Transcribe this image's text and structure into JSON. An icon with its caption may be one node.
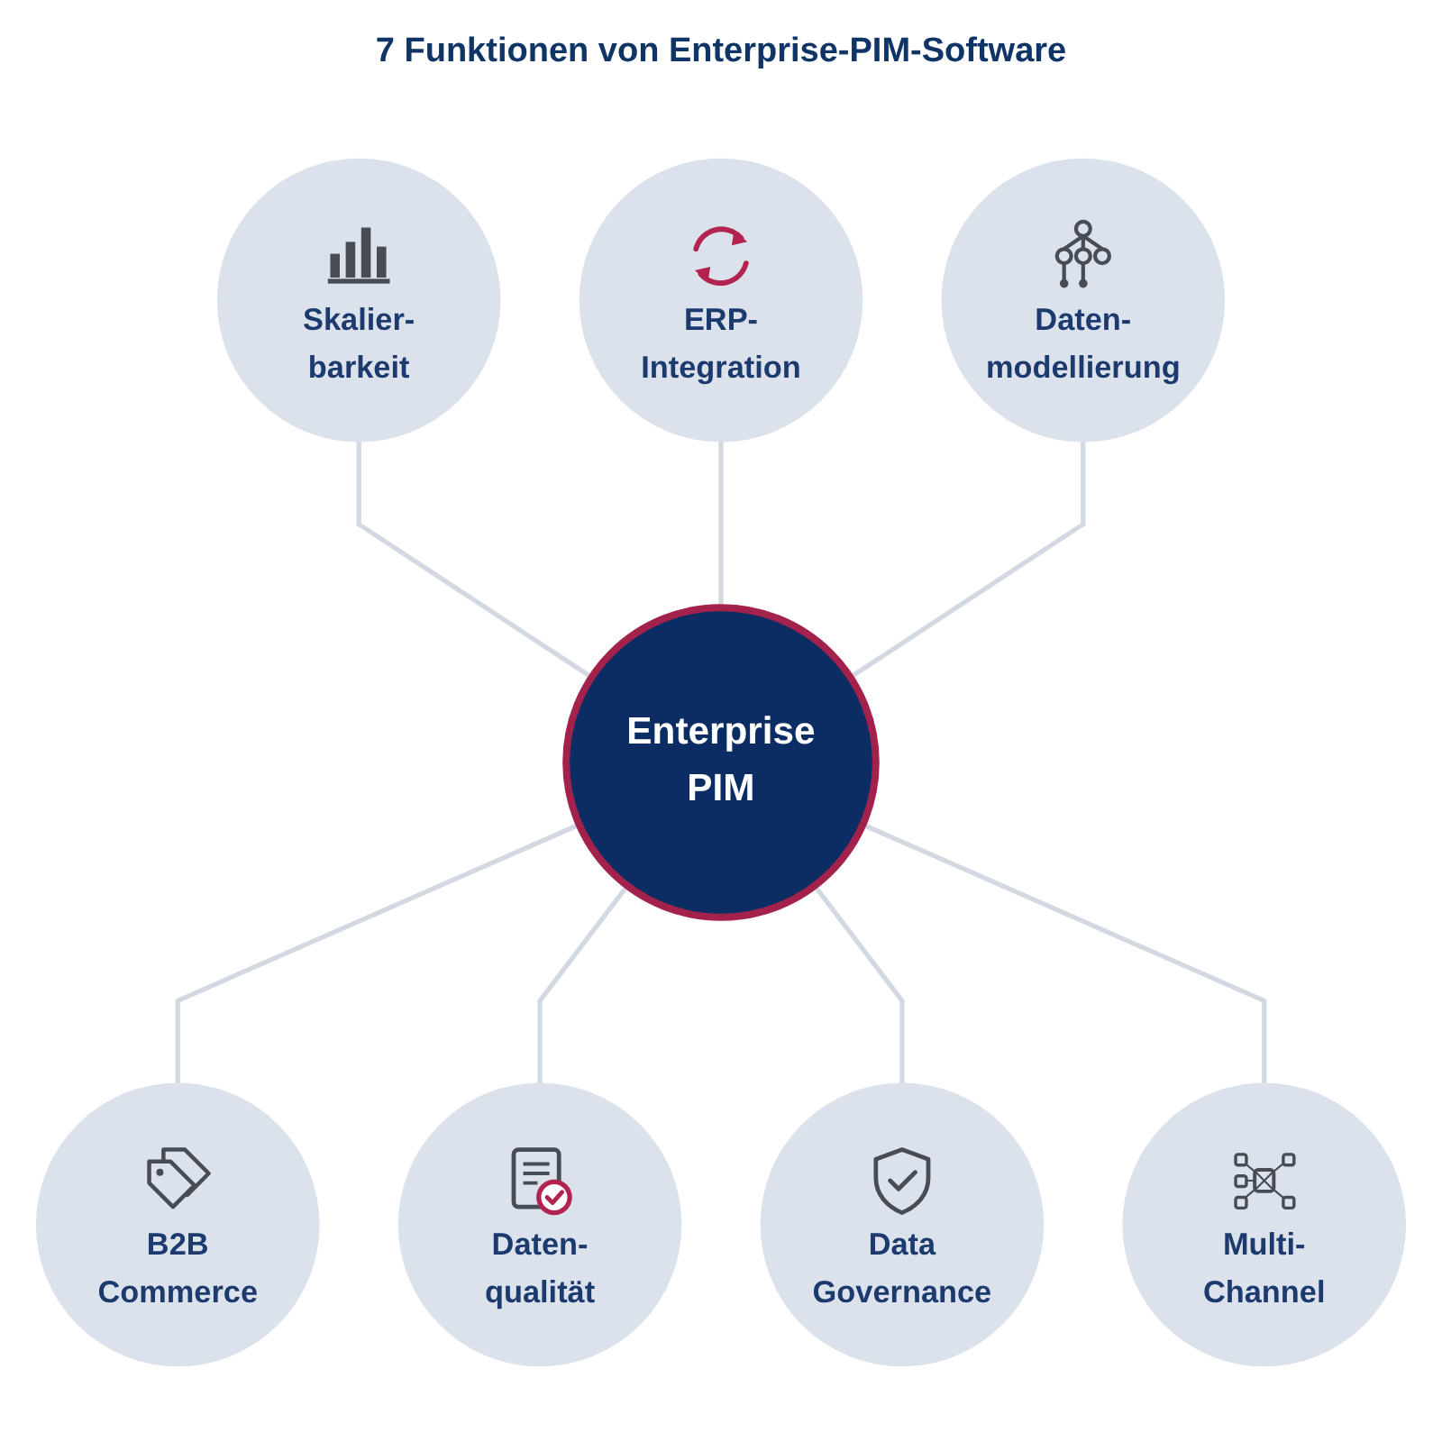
{
  "diagram": {
    "title": "7 Funktionen von Enterprise-PIM-Software",
    "nodes": [
      {
        "text": [
          "Enterprise PIM"
        ]
      },
      {
        "text": [
          "ERP- Integration"
        ]
      },
      {
        "text": [
          "Daten- modellierung"
        ]
      },
      {
        "text": [
          "Multi- Channel"
        ]
      },
      {
        "text": [
          "Data Governance"
        ]
      },
      {
        "text": [
          "Daten- qualität"
        ]
      },
      {
        "text": [
          "B2B Commerce"
        ]
      },
      {
        "text": [
          "Skalier- barkeit"
        ]
      }
    ],
    "edges": [
      {
        "from": 7,
        "to": 0,
        "arrow": "none"
      },
      {
        "from": 1,
        "to": 0,
        "arrow": "none"
      },
      {
        "from": 2,
        "to": 0,
        "arrow": "none"
      },
      {
        "from": 0,
        "to": 6,
        "arrow": "none"
      },
      {
        "from": 0,
        "to": 5,
        "arrow": "none"
      },
      {
        "from": 0,
        "to": 4,
        "arrow": "none"
      },
      {
        "from": 0,
        "to": 3,
        "arrow": "none"
      }
    ]
  }
}
